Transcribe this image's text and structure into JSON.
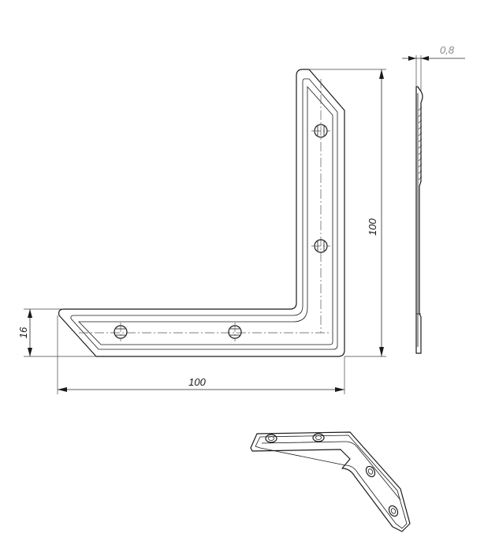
{
  "dimensions": {
    "width_label": "100",
    "height_label": "100",
    "leg_width_label": "16",
    "thickness_label": "0,8"
  },
  "views": [
    "front-view",
    "side-view",
    "isometric-view"
  ]
}
